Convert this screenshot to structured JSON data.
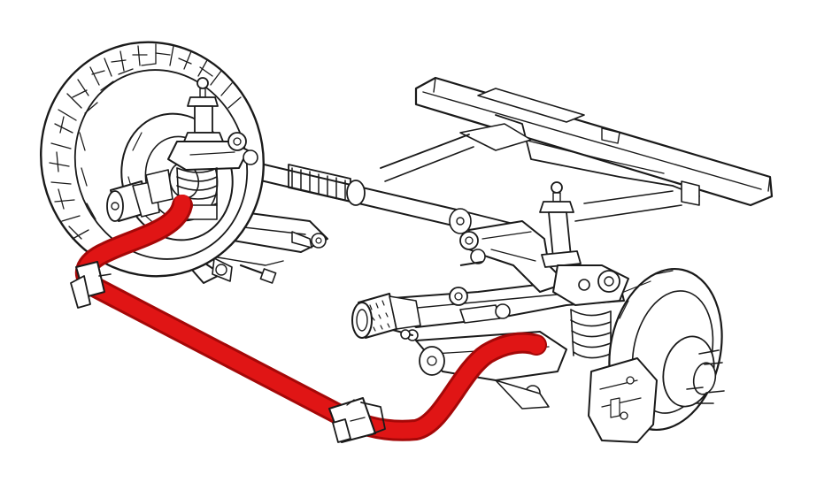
{
  "diagram": {
    "style": "line-drawing",
    "colors": {
      "background": "#ffffff",
      "ink": "#1a1a1a",
      "highlight": "#e01515",
      "highlight_shade": "#a50808"
    },
    "components": [
      {
        "id": "front-wheel-tire"
      },
      {
        "id": "brake-disc"
      },
      {
        "id": "steering-rack"
      },
      {
        "id": "subframe-crossmember"
      },
      {
        "id": "left-shock-strut"
      },
      {
        "id": "right-shock-strut"
      },
      {
        "id": "left-lower-control-arm"
      },
      {
        "id": "right-lower-control-arm"
      },
      {
        "id": "anti-roll-bar",
        "highlighted": true
      },
      {
        "id": "anti-roll-bar-mount-bracket"
      },
      {
        "id": "bushing"
      },
      {
        "id": "hub"
      }
    ]
  }
}
